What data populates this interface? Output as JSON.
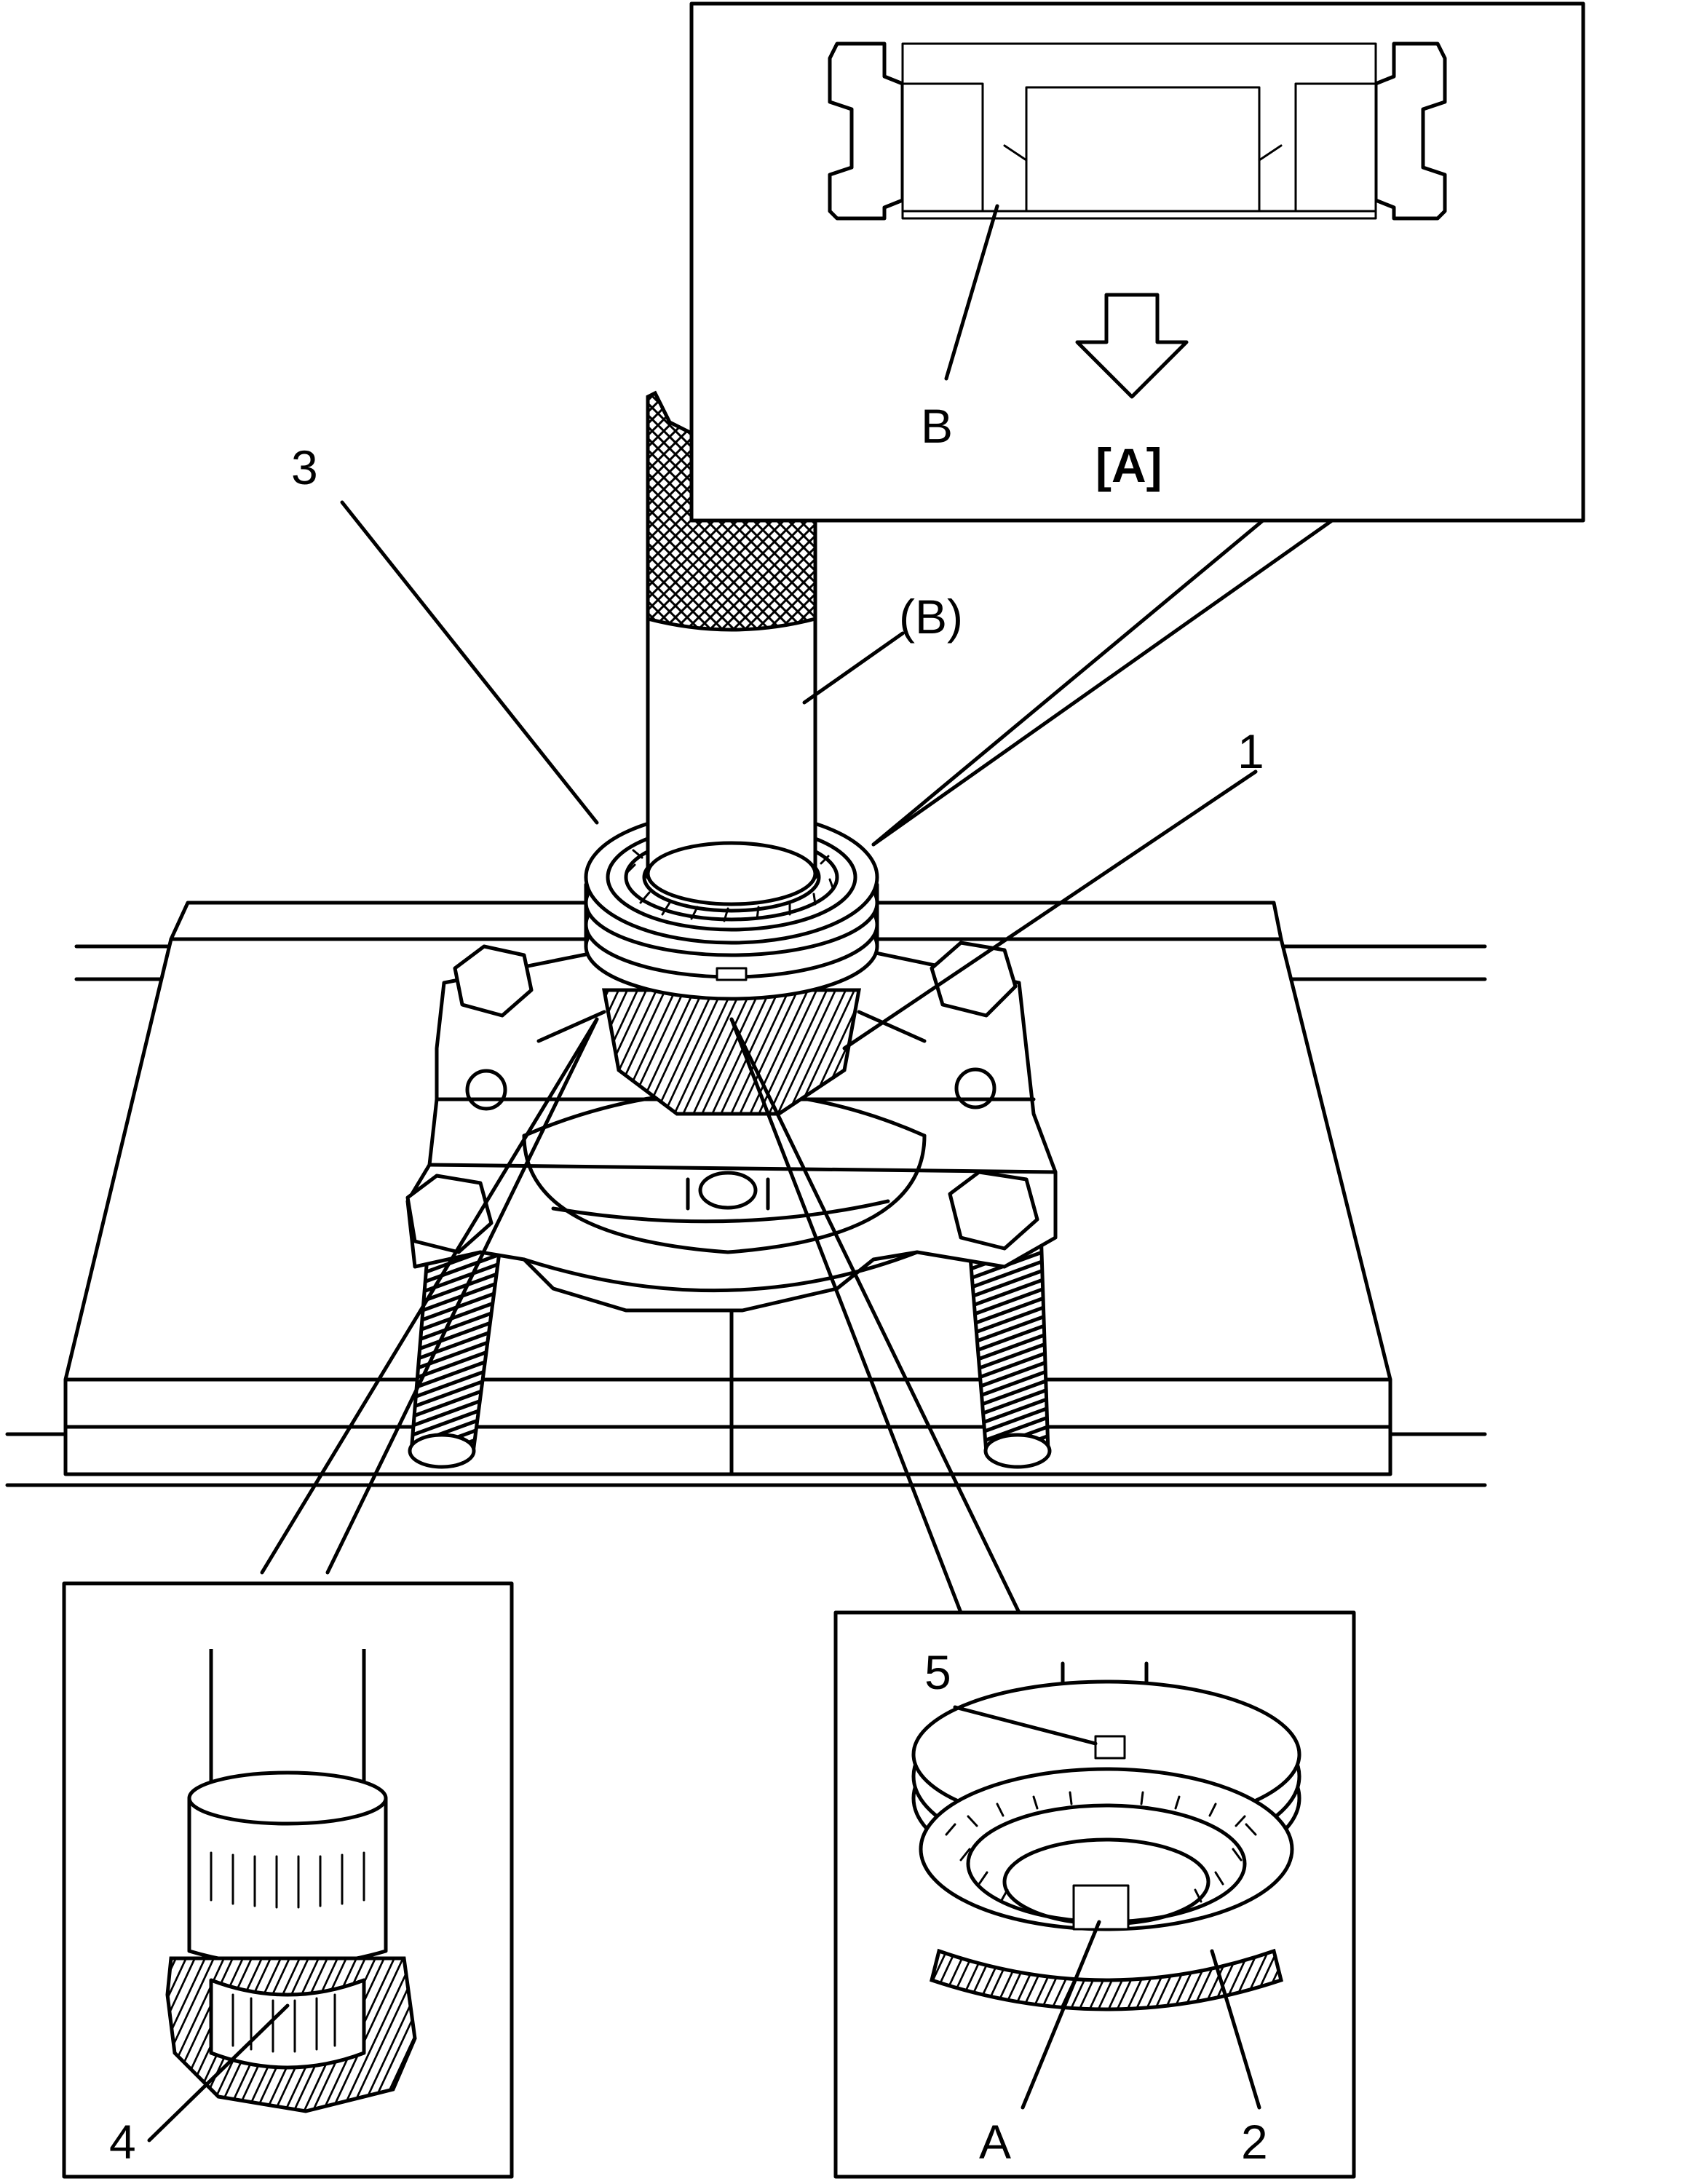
{
  "labels": {
    "callout_1": "1",
    "callout_2": "2",
    "callout_3": "3",
    "callout_4": "4",
    "callout_5": "5",
    "callout_A": "A",
    "callout_B_inset": "B",
    "callout_B_tool": "(B)",
    "direction_A": "[A]"
  },
  "colors": {
    "line": "#000000",
    "background": "#ffffff"
  },
  "icons": {
    "direction": "down-arrow-icon"
  }
}
